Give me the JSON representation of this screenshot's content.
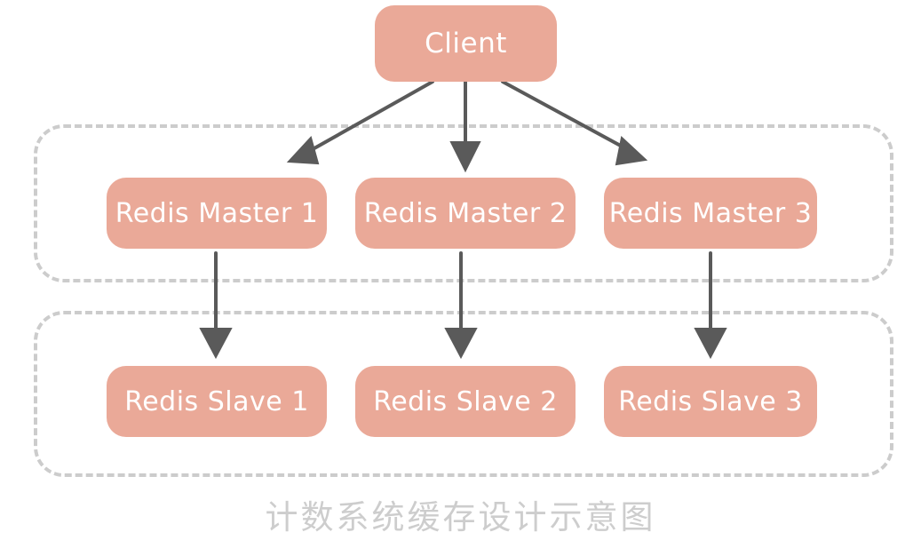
{
  "diagram": {
    "caption": "计数系统缓存设计示意图",
    "colors": {
      "node_fill": "#eaa998",
      "node_text": "#ffffff",
      "group_border": "#cccccc",
      "arrow": "#5a5a5a",
      "caption_text": "#cdcdcd",
      "background": "#ffffff"
    },
    "client": {
      "label": "Client"
    },
    "groups": [
      {
        "name": "masters-group"
      },
      {
        "name": "slaves-group"
      }
    ],
    "masters": [
      {
        "label": "Redis Master 1"
      },
      {
        "label": "Redis Master 2"
      },
      {
        "label": "Redis Master 3"
      }
    ],
    "slaves": [
      {
        "label": "Redis Slave 1"
      },
      {
        "label": "Redis Slave 2"
      },
      {
        "label": "Redis Slave 3"
      }
    ],
    "connections": [
      {
        "from": "Client",
        "to": "Redis Master 1"
      },
      {
        "from": "Client",
        "to": "Redis Master 2"
      },
      {
        "from": "Client",
        "to": "Redis Master 3"
      },
      {
        "from": "Redis Master 1",
        "to": "Redis Slave 1"
      },
      {
        "from": "Redis Master 2",
        "to": "Redis Slave 2"
      },
      {
        "from": "Redis Master 3",
        "to": "Redis Slave 3"
      }
    ]
  }
}
